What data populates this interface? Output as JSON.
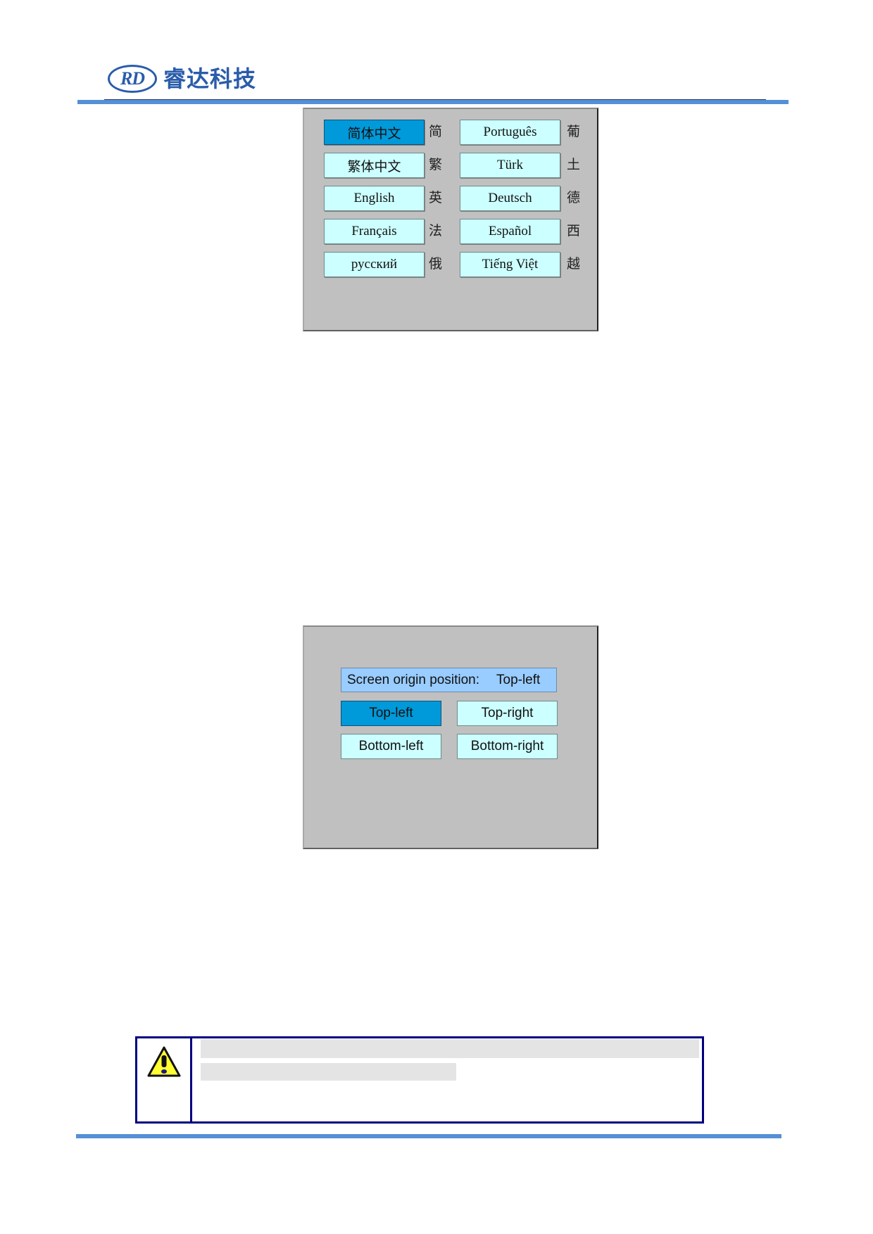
{
  "header": {
    "logo_mark": "RD",
    "company_name": "睿达科技",
    "brand_color": "#2a5caa",
    "rule_color": "#5590d6"
  },
  "language_panel": {
    "selected_index": 0,
    "items": [
      {
        "label": "简体中文",
        "abbr": "简"
      },
      {
        "label": "繁体中文",
        "abbr": "繁"
      },
      {
        "label": "English",
        "abbr": "英"
      },
      {
        "label": "Français",
        "abbr": "法"
      },
      {
        "label": "русский",
        "abbr": "俄"
      },
      {
        "label": "Português",
        "abbr": "葡"
      },
      {
        "label": "Türk",
        "abbr": "土"
      },
      {
        "label": "Deutsch",
        "abbr": "德"
      },
      {
        "label": "Español",
        "abbr": "西"
      },
      {
        "label": "Tiếng Việt",
        "abbr": "越"
      }
    ],
    "colors": {
      "panel": "#c0c0c0",
      "button": "#ccffff",
      "selected": "#0099d9"
    }
  },
  "origin_panel": {
    "header_label": "Screen origin position:",
    "header_value": "Top-left",
    "selected": "Top-left",
    "options": [
      "Top-left",
      "Top-right",
      "Bottom-left",
      "Bottom-right"
    ],
    "colors": {
      "header": "#99ccff",
      "button": "#ccffff",
      "selected": "#0099d9"
    }
  },
  "note": {
    "icon": "warning-icon",
    "border_color": "#000080"
  }
}
